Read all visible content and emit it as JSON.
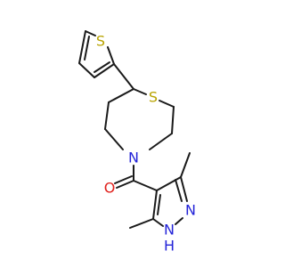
{
  "molecule": {
    "labels": {
      "thiophene_s": "S",
      "ring_s": "S",
      "ring_n": "N",
      "carbonyl_o": "O",
      "pyrazole_n2": "N",
      "pyrazole_n1h": "N",
      "pyrazole_h": "H"
    },
    "colors": {
      "bond": "#1a1a1a",
      "sulfur": "#b8a300",
      "nitrogen": "#2323d8",
      "oxygen": "#e0201c"
    }
  }
}
